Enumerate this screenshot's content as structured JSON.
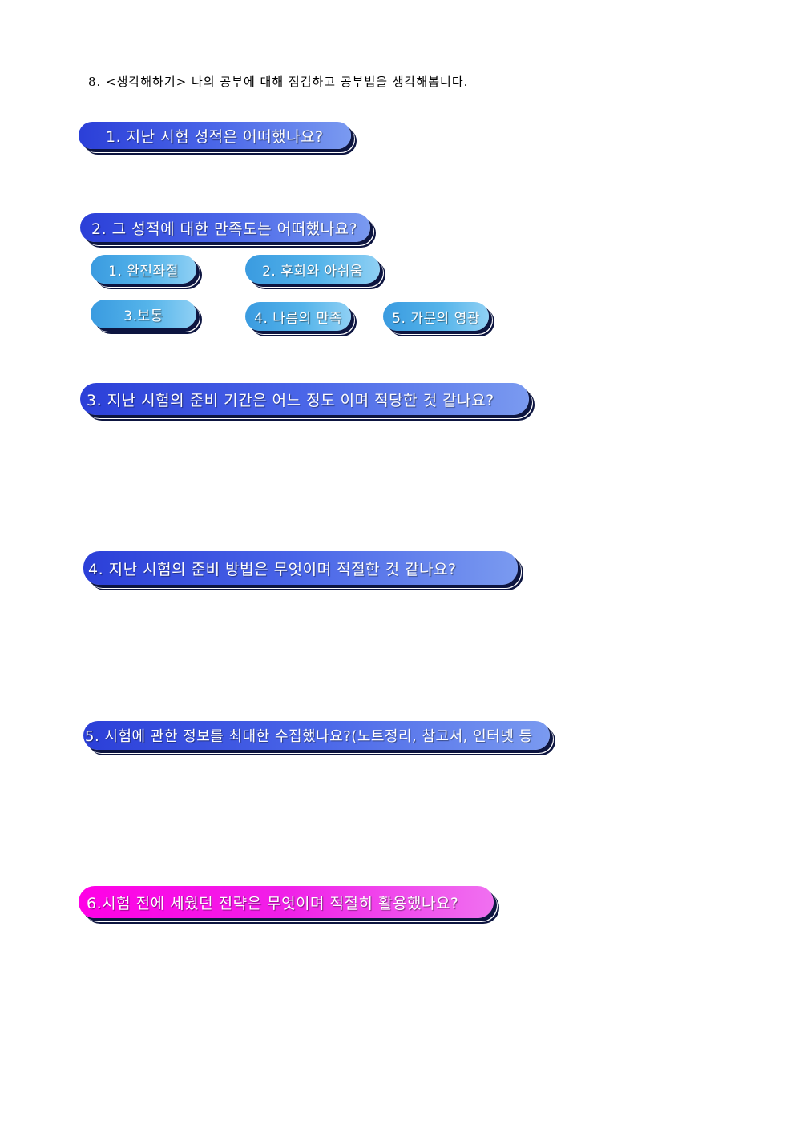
{
  "intro": "8. <생각해하기> 나의 공부에 대해 점검하고 공부법을 생각해봅니다.",
  "questions": {
    "q1": "1. 지난 시험 성적은 어떠했나요?",
    "q2": "2. 그 성적에 대한 만족도는 어떠했나요?",
    "q3": "3. 지난 시험의 준비 기간은 어느 정도 이며 적당한 것 같나요?",
    "q4": "4. 지난 시험의 준비 방법은 무엇이며 적절한 것 같나요?",
    "q5": "5. 시험에 관한 정보를 최대한 수집했나요?(노트정리, 참고서, 인터넷 등",
    "q6": "6.시험 전에 세웠던 전략은 무엇이며 적절히 활용했나요?"
  },
  "options": {
    "o1": "1. 완전좌절",
    "o2": "2. 후회와 아쉬움",
    "o3": "3.보통",
    "o4": "4. 나름의 만족",
    "o5": "5. 가문의 영광"
  }
}
